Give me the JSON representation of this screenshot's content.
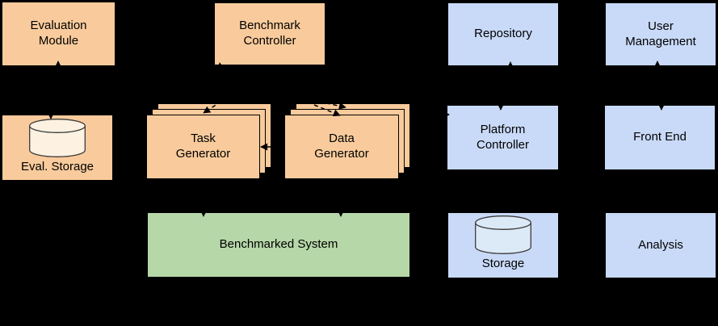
{
  "diagram": {
    "title": "benchmark-platform-architecture",
    "background": "#000000",
    "colors": {
      "orange": "#f9cb9c",
      "blue": "#c9daf8",
      "green": "#b6d7a8",
      "cream_cylinder": "#fdf2e2",
      "blue_cylinder": "#dce9f6",
      "text": "#000000",
      "line": "#000000"
    },
    "nodes": {
      "evaluation_module": {
        "label": "Evaluation\nModule"
      },
      "benchmark_controller": {
        "label": "Benchmark\nController"
      },
      "repository": {
        "label": "Repository"
      },
      "user_management": {
        "label": "User\nManagement"
      },
      "eval_storage": {
        "label": "Eval. Storage",
        "icon": "database-cylinder"
      },
      "task_generator": {
        "label": "Task\nGenerator",
        "stacked_copies": 3
      },
      "data_generator": {
        "label": "Data\nGenerator",
        "stacked_copies": 3
      },
      "platform_controller": {
        "label": "Platform\nController"
      },
      "front_end": {
        "label": "Front End"
      },
      "benchmarked_system": {
        "label": "Benchmarked System"
      },
      "storage": {
        "label": "Storage",
        "icon": "database-cylinder"
      },
      "analysis": {
        "label": "Analysis"
      }
    }
  }
}
